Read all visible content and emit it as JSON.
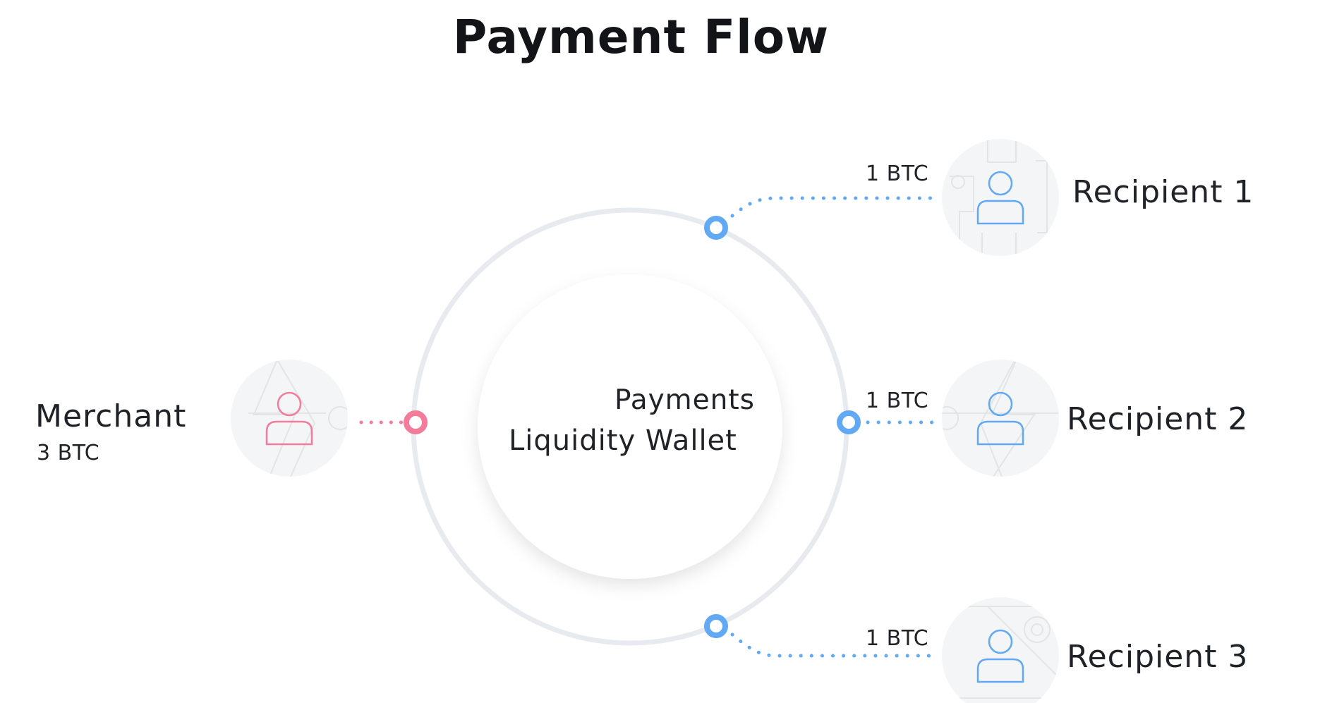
{
  "title": "Payment Flow",
  "center": {
    "line1": "Payments",
    "line2": "Liquidity Wallet"
  },
  "merchant": {
    "name": "Merchant",
    "amount": "3 BTC",
    "icon": "user-icon"
  },
  "recipients": [
    {
      "name": "Recipient 1",
      "amount": "1 BTC",
      "icon": "user-icon"
    },
    {
      "name": "Recipient 2",
      "amount": "1 BTC",
      "icon": "user-icon"
    },
    {
      "name": "Recipient 3",
      "amount": "1 BTC",
      "icon": "user-icon"
    }
  ],
  "colors": {
    "merchant": "#f37c9b",
    "recipient": "#61a8f5",
    "ring": "#e7ebf0",
    "avatar_bg": "#f4f5f6"
  }
}
